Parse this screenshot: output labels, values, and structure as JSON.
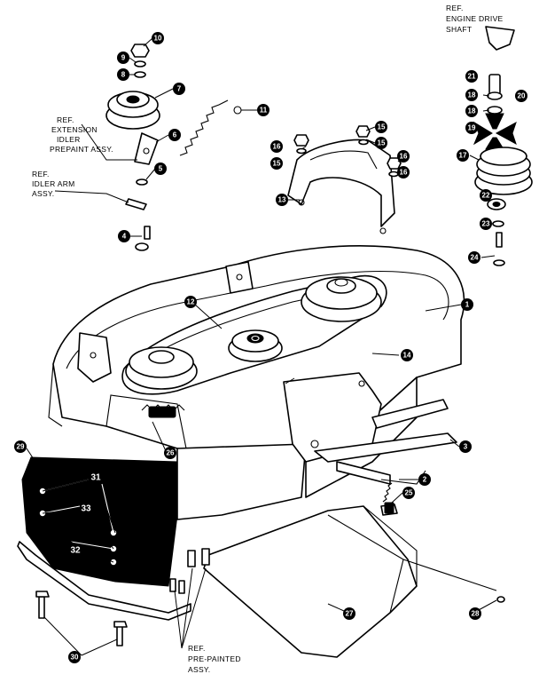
{
  "ref_labels": {
    "engine_drive_shaft": [
      "REF.",
      "ENGINE DRIVE",
      "SHAFT"
    ],
    "extension_idler": [
      "REF.",
      "EXTENSION",
      "IDLER",
      "PREPAINT ASSY."
    ],
    "idler_arm": [
      "REF.",
      "IDLER ARM",
      "ASSY."
    ],
    "pre_painted": [
      "REF.",
      "PRE-PAINTED",
      "ASSY."
    ]
  },
  "callouts": {
    "c1": "1",
    "c2": "2",
    "c3": "3",
    "c4": "4",
    "c5": "5",
    "c6": "6",
    "c7": "7",
    "c8": "8",
    "c9": "9",
    "c10": "10",
    "c11": "11",
    "c12": "12",
    "c13": "13",
    "c14": "14",
    "c15a": "15",
    "c15b": "15",
    "c15c": "15",
    "c16a": "16",
    "c16b": "16",
    "c16c": "16",
    "c17": "17",
    "c18": "18",
    "c19": "19",
    "c18b": "18",
    "c20": "20",
    "c21": "21",
    "c22": "22",
    "c23": "23",
    "c24": "24",
    "c25": "25",
    "c26": "26",
    "c27": "27",
    "c28": "28",
    "c29": "29",
    "c30": "30",
    "c31": "31",
    "c32": "32",
    "c33": "33"
  }
}
